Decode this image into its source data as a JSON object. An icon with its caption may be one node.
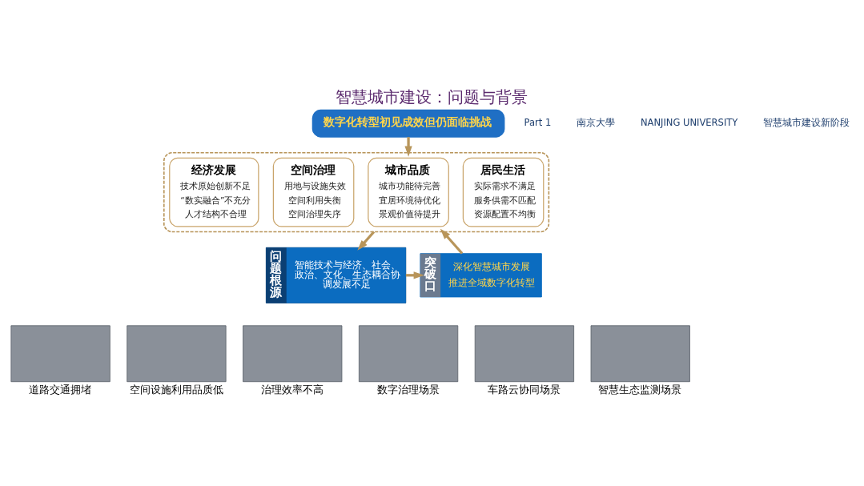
{
  "diagram": {
    "title": "智慧城市建设：问题与背景",
    "nodes": [
      {
        "text": [
          "数字化转型初见成效但仍面临挑战"
        ]
      },
      {
        "text": [],
        "shape": "box"
      },
      {
        "text": [
          "经济发展",
          "技术原始创新不足",
          "“数实融合”不充分",
          "人才结构不合理"
        ],
        "in": 1
      },
      {
        "text": [
          "空间治理",
          "用地与设施失效",
          "空间利用失衡",
          "空间治理失序"
        ],
        "in": 1
      },
      {
        "text": [
          "城市品质",
          "城市功能待完善",
          "宜居环境待优化",
          "景观价值待提升"
        ],
        "in": 1
      },
      {
        "text": [
          "居民生活",
          "实际需求不满足",
          "服务供需不匹配",
          "资源配置不均衡"
        ],
        "in": 1
      },
      {
        "text": [
          "问题根源",
          "智能技术与经济、社会、政治、文化、生态耦合协调发展不足"
        ]
      },
      {
        "text": [
          "突破口",
          "深化智慧城市发展",
          "推进全域数字化转型"
        ]
      },
      {
        "text": [],
        "shape": "box",
        "beside": [
          "道路交通拥堵"
        ]
      },
      {
        "text": [],
        "shape": "box",
        "beside": [
          "空间设施利用品质低"
        ]
      },
      {
        "text": [],
        "shape": "box",
        "beside": [
          "治理效率不高"
        ]
      },
      {
        "text": [],
        "shape": "box",
        "beside": [
          "数字治理场景"
        ]
      },
      {
        "text": [],
        "shape": "box",
        "beside": [
          "车路云协同场景"
        ]
      },
      {
        "text": [],
        "shape": "box",
        "beside": [
          "智慧生态监测场景"
        ]
      }
    ],
    "edges": [
      {
        "from": 0,
        "to": 1,
        "arrow": "to"
      },
      {
        "from": 1,
        "to": 6,
        "arrow": "to"
      },
      {
        "from": 6,
        "to": 7,
        "arrow": "to"
      },
      {
        "from": 7,
        "to": 1,
        "arrow": "to"
      }
    ],
    "labels": [
      "Part 1",
      "南京大學",
      "NANJING UNIVERSITY",
      "智慧城市建设新阶段"
    ]
  }
}
